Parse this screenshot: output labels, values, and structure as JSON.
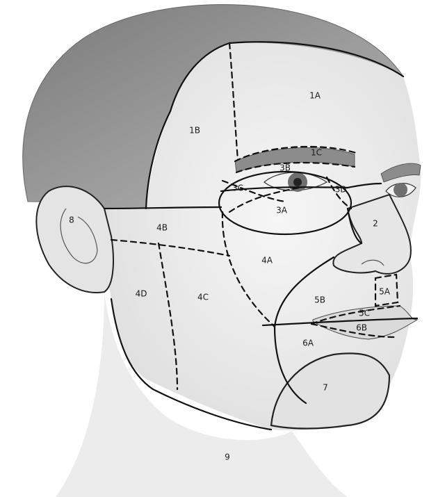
{
  "zones": [
    {
      "id": "1A",
      "label": "1A"
    },
    {
      "id": "1B",
      "label": "1B"
    },
    {
      "id": "1C",
      "label": "1C"
    },
    {
      "id": "2",
      "label": "2"
    },
    {
      "id": "3A",
      "label": "3A"
    },
    {
      "id": "3B",
      "label": "3B"
    },
    {
      "id": "3C",
      "label": "3C"
    },
    {
      "id": "3D",
      "label": "3D"
    },
    {
      "id": "4A",
      "label": "4A"
    },
    {
      "id": "4B",
      "label": "4B"
    },
    {
      "id": "4C",
      "label": "4C"
    },
    {
      "id": "4D",
      "label": "4D"
    },
    {
      "id": "5A",
      "label": "5A"
    },
    {
      "id": "5B",
      "label": "5B"
    },
    {
      "id": "5C",
      "label": "5C"
    },
    {
      "id": "6A",
      "label": "6A"
    },
    {
      "id": "6B",
      "label": "6B"
    },
    {
      "id": "7",
      "label": "7"
    },
    {
      "id": "8",
      "label": "8"
    },
    {
      "id": "9",
      "label": "9"
    }
  ],
  "colors": {
    "ink": "#111111",
    "hair": "#8a8a8a",
    "skin": "#efefef",
    "background": "#ffffff"
  }
}
